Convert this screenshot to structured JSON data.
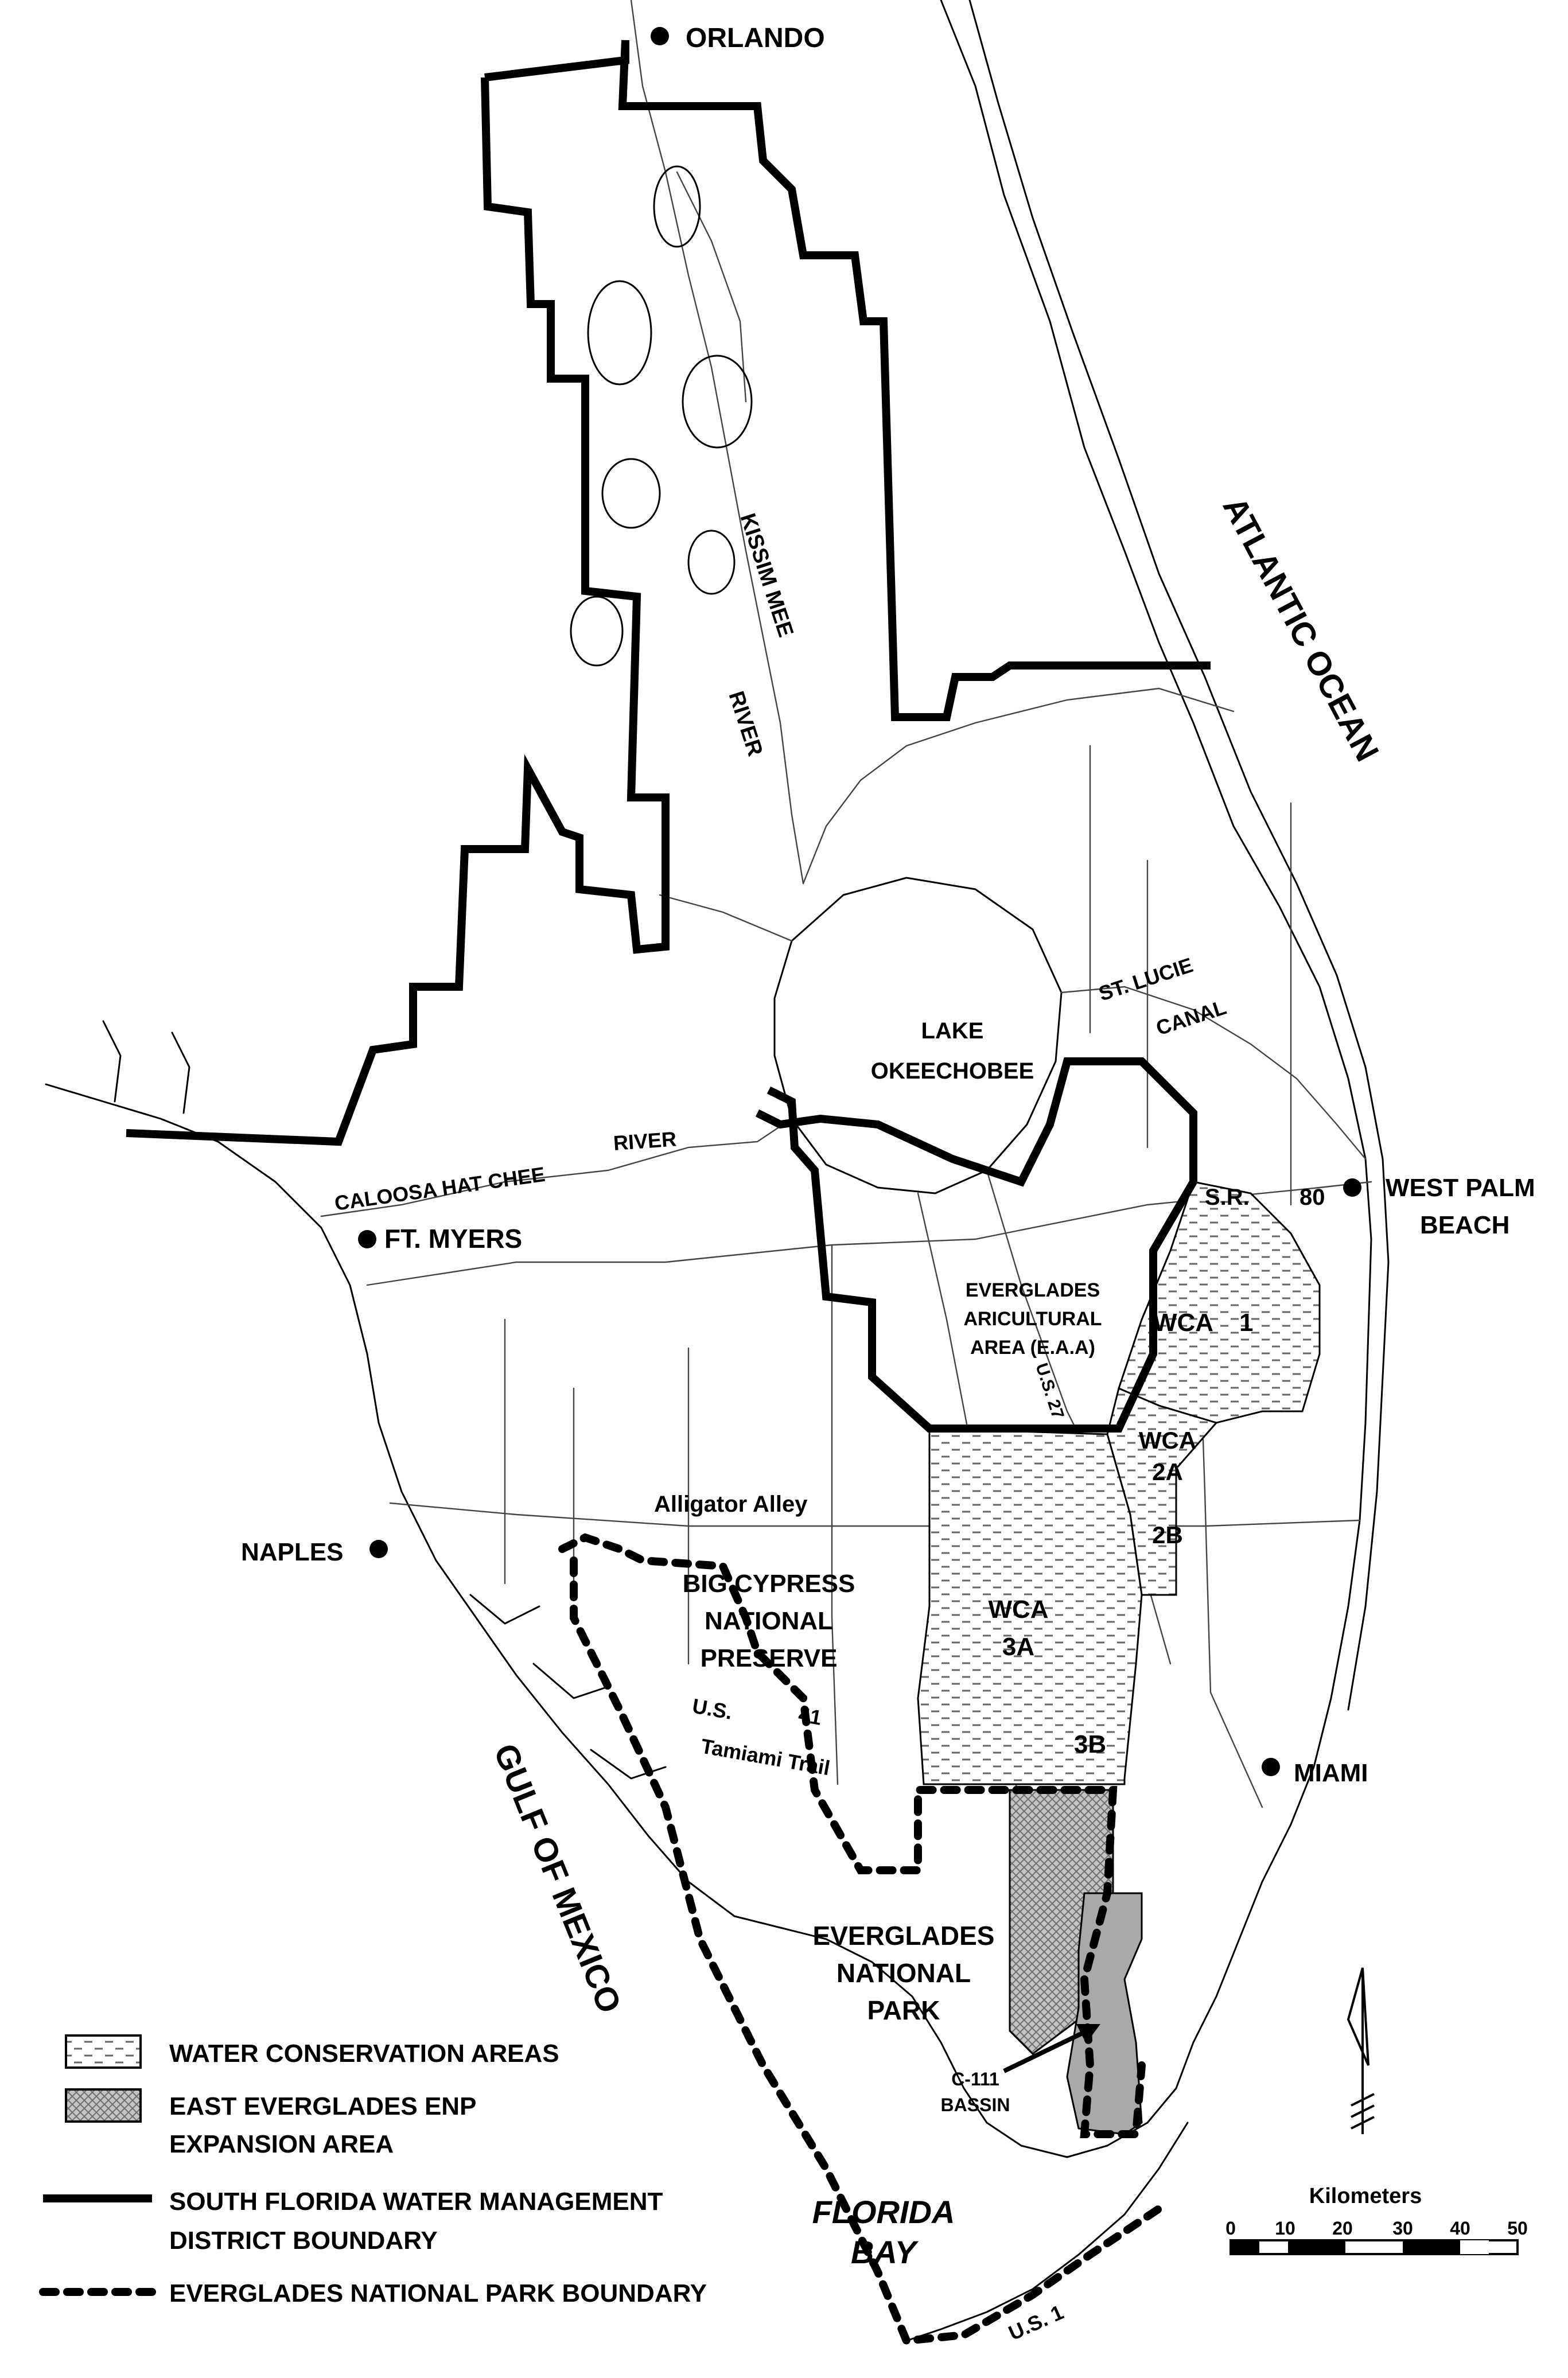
{
  "labels": {
    "orlando": "ORLANDO",
    "atlantic_ocean": "ATLANTIC OCEAN",
    "kissimmee_river": [
      "KISSIM MEE",
      "RIVER"
    ],
    "st_lucie_canal": [
      "ST. LUCIE",
      "CANAL"
    ],
    "lake_okeechobee": [
      "LAKE",
      "OKEECHOBEE"
    ],
    "caloosahatchee_river": [
      "CALOOSA HAT CHEE",
      "RIVER"
    ],
    "ft_myers": "FT. MYERS",
    "west_palm_beach": [
      "WEST PALM",
      "BEACH"
    ],
    "sr80": [
      "S.R.",
      "80"
    ],
    "eaa": [
      "EVERGLADES",
      "ARICULTURAL",
      "AREA (E.A.A)"
    ],
    "us27": "U.S. 27",
    "wca1": [
      "WCA",
      "1"
    ],
    "wca2a": [
      "WCA",
      "2A"
    ],
    "wca2b": "2B",
    "alligator_alley": "Alligator Alley",
    "naples": "NAPLES",
    "big_cypress": [
      "BIG CYPRESS",
      "NATIONAL",
      "PRESERVE"
    ],
    "wca3a": [
      "WCA",
      "3A"
    ],
    "wca3b": "3B",
    "us41": [
      "U.S.",
      "41"
    ],
    "tamiami_trail": "Tamiami Trail",
    "miami": "MIAMI",
    "gulf_of_mexico": "GULF OF MEXICO",
    "enp": [
      "EVERGLADES",
      "NATIONAL",
      "PARK"
    ],
    "c111": [
      "C-111",
      "BASSIN"
    ],
    "florida_bay": [
      "FLORIDA",
      "BAY"
    ],
    "us1": "U.S. 1"
  },
  "legend": {
    "items": [
      {
        "label": "WATER CONSERVATION AREAS"
      },
      {
        "label": "EAST EVERGLADES ENP",
        "label2": "EXPANSION AREA"
      },
      {
        "label": "SOUTH FLORIDA WATER MANAGEMENT",
        "label2": "DISTRICT BOUNDARY"
      },
      {
        "label": "EVERGLADES NATIONAL PARK BOUNDARY"
      }
    ]
  },
  "scale_bar": {
    "title": "Kilometers",
    "ticks": [
      "0",
      "10",
      "20",
      "30",
      "40",
      "50"
    ]
  }
}
